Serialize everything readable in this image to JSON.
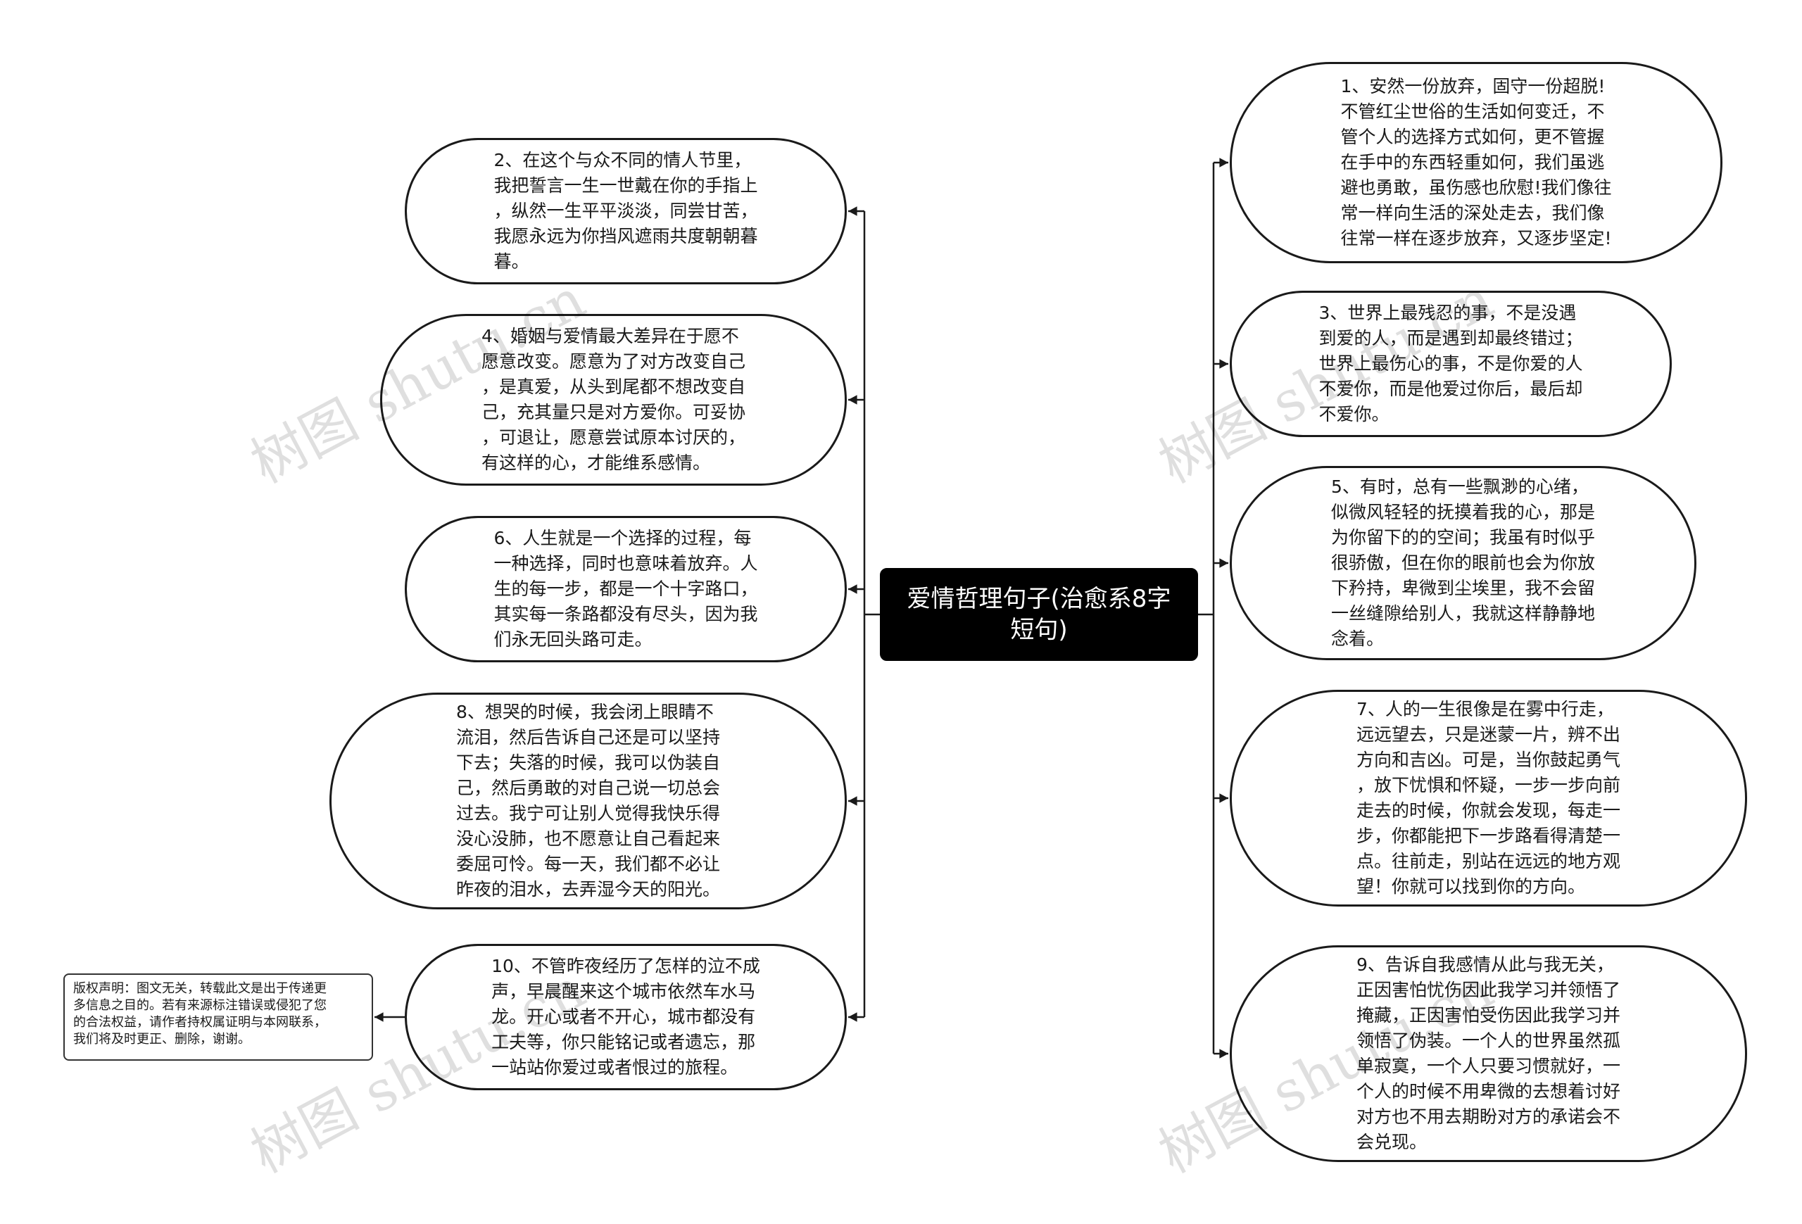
{
  "colors": {
    "line": "#1a1a1a",
    "center_bg": "#000000",
    "center_text": "#ffffff"
  },
  "center": {
    "label": "爱情哲理句子(治愈系8字\n短句)"
  },
  "left_nodes": [
    {
      "id": "n2",
      "text": "2、在这个与众不同的情人节里，\n我把誓言一生一世戴在你的手指上\n，纵然一生平平淡淡，同尝甘苦，\n我愿永远为你挡风遮雨共度朝朝暮\n暮。"
    },
    {
      "id": "n4",
      "text": "4、婚姻与爱情最大差异在于愿不\n愿意改变。愿意为了对方改变自己\n，是真爱，从头到尾都不想改变自\n己，充其量只是对方爱你。可妥协\n，可退让，愿意尝试原本讨厌的，\n有这样的心，才能维系感情。"
    },
    {
      "id": "n6",
      "text": "6、人生就是一个选择的过程，每\n一种选择，同时也意味着放弃。人\n生的每一步，都是一个十字路口，\n其实每一条路都没有尽头，因为我\n们永无回头路可走。"
    },
    {
      "id": "n8",
      "text": "8、想哭的时候，我会闭上眼睛不\n流泪，然后告诉自己还是可以坚持\n下去；失落的时候，我可以伪装自\n己，然后勇敢的对自己说一切总会\n过去。我宁可让别人觉得我快乐得\n没心没肺，也不愿意让自己看起来\n委屈可怜。每一天，我们都不必让\n昨夜的泪水，去弄湿今天的阳光。"
    },
    {
      "id": "n10",
      "text": "10、不管昨夜经历了怎样的泣不成\n声，早晨醒来这个城市依然车水马\n龙。开心或者不开心，城市都没有\n工夫等，你只能铭记或者遗忘，那\n一站站你爱过或者恨过的旅程。"
    }
  ],
  "right_nodes": [
    {
      "id": "n1",
      "text": "1、安然一份放弃，固守一份超脱!\n不管红尘世俗的生活如何变迁，不\n管个人的选择方式如何，更不管握\n在手中的东西轻重如何，我们虽逃\n避也勇敢，虽伤感也欣慰!我们像往\n常一样向生活的深处走去，我们像\n往常一样在逐步放弃，又逐步坚定!"
    },
    {
      "id": "n3",
      "text": "3、世界上最残忍的事，不是没遇\n到爱的人，而是遇到却最终错过；\n世界上最伤心的事，不是你爱的人\n不爱你，而是他爱过你后，最后却\n不爱你。"
    },
    {
      "id": "n5",
      "text": "5、有时，总有一些飘渺的心绪，\n似微风轻轻的抚摸着我的心，那是\n为你留下的的空间；我虽有时似乎\n很骄傲，但在你的眼前也会为你放\n下矜持，卑微到尘埃里，我不会留\n一丝缝隙给别人，我就这样静静地\n念着。"
    },
    {
      "id": "n7",
      "text": "7、人的一生很像是在雾中行走，\n远远望去，只是迷蒙一片，辨不出\n方向和吉凶。可是，当你鼓起勇气\n，放下忧惧和怀疑，一步一步向前\n走去的时候，你就会发现，每走一\n步，你都能把下一步路看得清楚一\n点。往前走，别站在远远的地方观\n望！你就可以找到你的方向。"
    },
    {
      "id": "n9",
      "text": "9、告诉自我感情从此与我无关，\n正因害怕忧伤因此我学习并领悟了\n掩藏，正因害怕受伤因此我学习并\n领悟了伪装。一个人的世界虽然孤\n单寂寞，一个人只要习惯就好，一\n个人的时候不用卑微的去想着讨好\n对方也不用去期盼对方的承诺会不\n会兑现。"
    }
  ],
  "copyright_note": {
    "text": "版权声明：图文无关，转载此文是出于传递更\n多信息之目的。若有来源标注错误或侵犯了您\n的合法权益，请作者持权属证明与本网联系，\n我们将及时更正、删除，谢谢。"
  },
  "watermarks": [
    "树图 shutu.cn",
    "树图 shutu.cn",
    "树图 shutu.cn",
    "树图 shutu.cn"
  ]
}
